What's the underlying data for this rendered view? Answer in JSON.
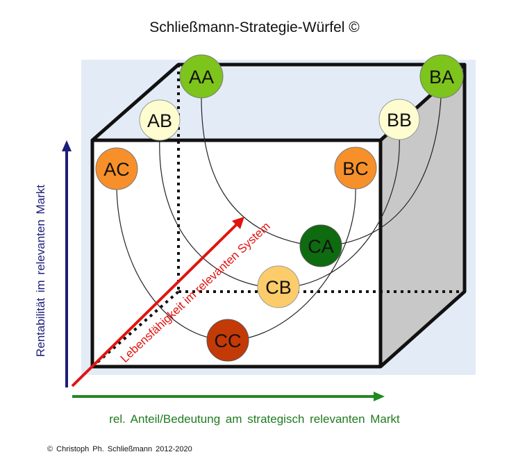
{
  "title": "Schließmann-Strategie-Würfel ©",
  "axes": {
    "x_label": "rel. Anteil/Bedeutung  am strategisch  relevanten  Markt",
    "y_label": "Rentabilität  im relevanten  Markt",
    "z_label": "Lebensfähigkeit im relevanten System"
  },
  "nodes": [
    {
      "id": "AA",
      "label": "AA",
      "color": "#7dc41c",
      "text_color": "#111111"
    },
    {
      "id": "BA",
      "label": "BA",
      "color": "#7dc41c",
      "text_color": "#111111"
    },
    {
      "id": "AB",
      "label": "AB",
      "color": "#fdfdd0",
      "text_color": "#111111"
    },
    {
      "id": "BB",
      "label": "BB",
      "color": "#fdfdd0",
      "text_color": "#111111"
    },
    {
      "id": "AC",
      "label": "AC",
      "color": "#f7902a",
      "text_color": "#111111"
    },
    {
      "id": "BC",
      "label": "BC",
      "color": "#f7902a",
      "text_color": "#111111"
    },
    {
      "id": "CA",
      "label": "CA",
      "color": "#0e6b10",
      "text_color": "#111111"
    },
    {
      "id": "CB",
      "label": "CB",
      "color": "#fdcc6a",
      "text_color": "#111111"
    },
    {
      "id": "CC",
      "label": "CC",
      "color": "#c43a06",
      "text_color": "#111111"
    }
  ],
  "colors": {
    "background_panel": "#e3ecf6",
    "side_face": "#c8c8c8",
    "y_axis": "#1d1d7a",
    "x_axis": "#1f8a1f",
    "z_axis": "#e0140f"
  },
  "copyright": "© Christoph  Ph.  Schließmann  2012-2020"
}
